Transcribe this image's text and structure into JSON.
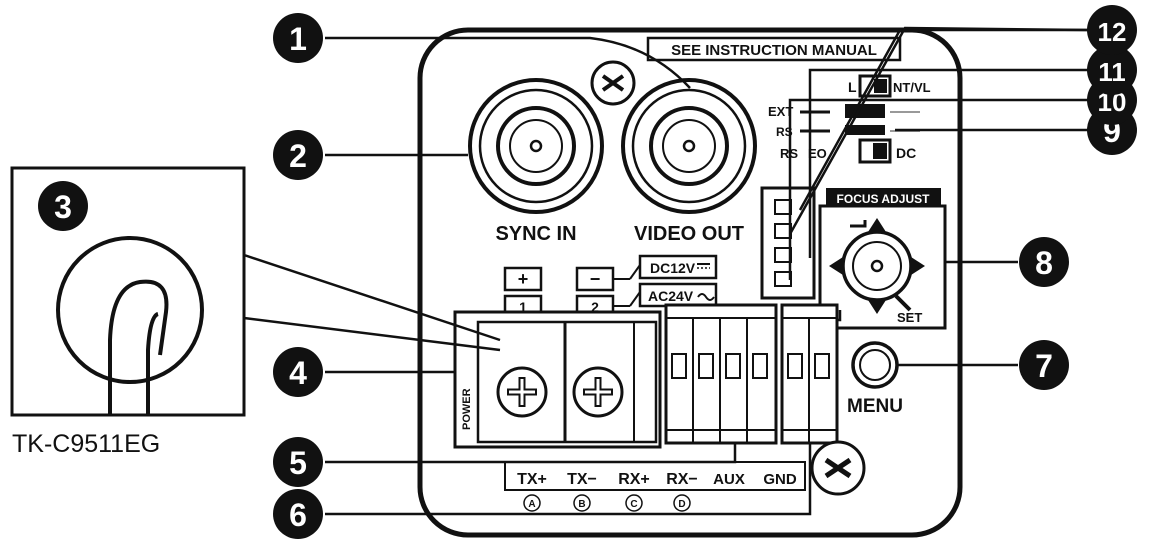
{
  "labels": {
    "instruction": "SEE INSTRUCTION MANUAL",
    "sync_in": "SYNC IN",
    "video_out": "VIDEO OUT",
    "model": "TK-C9511EG",
    "dc12v": "DC12V",
    "ac24v": "AC24V",
    "plus": "+",
    "minus": "−",
    "one": "1",
    "two": "2",
    "ntvl": "NT/VL",
    "dc": "DC",
    "ext": "EXT",
    "rs": "RS",
    "focus_adjust": "FOCUS ADJUST",
    "set": "SET",
    "menu": "MENU",
    "tx_plus": "TX+",
    "tx_minus": "TX−",
    "rx_plus": "RX+",
    "rx_minus": "RX−",
    "aux": "AUX",
    "gnd": "GND",
    "pin_a": "A",
    "pin_b": "B",
    "pin_c": "C",
    "pin_d": "D",
    "power": "POWER"
  },
  "callouts": [
    "1",
    "2",
    "3",
    "4",
    "5",
    "6",
    "7",
    "8",
    "9",
    "10",
    "11",
    "12"
  ]
}
